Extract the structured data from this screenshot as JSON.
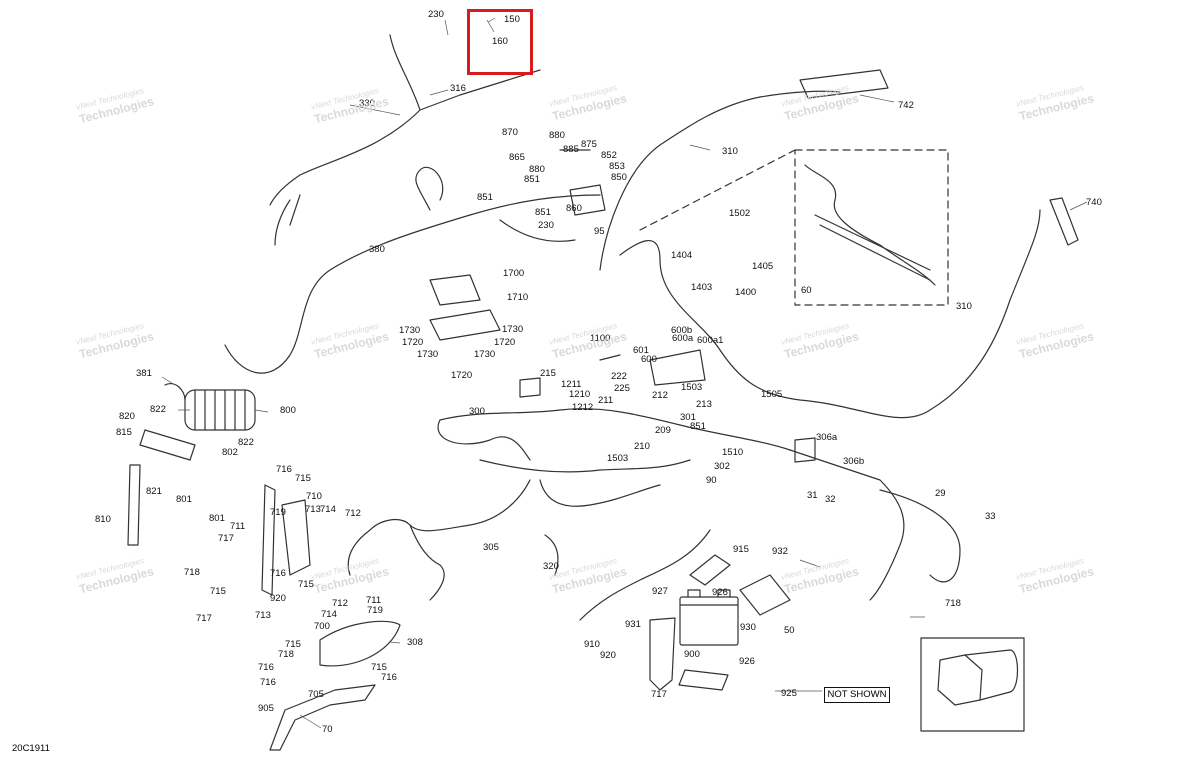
{
  "diagram_code": "20C1911",
  "not_shown_label": "NOT SHOWN",
  "not_shown_part": "925",
  "highlight": {
    "parts": [
      "150",
      "160"
    ],
    "color": "#d81b1b"
  },
  "watermark": {
    "line1": "vNext Technologies",
    "line2": "Technologies"
  },
  "callouts": [
    "230",
    "150",
    "160",
    "316",
    "330",
    "742",
    "870",
    "880",
    "875",
    "865",
    "885",
    "852",
    "853",
    "850",
    "851",
    "310",
    "880",
    "851",
    "851",
    "860",
    "230",
    "95",
    "740",
    "1502",
    "60",
    "380",
    "1404",
    "1405",
    "1403",
    "1400",
    "1700",
    "310",
    "1710",
    "1730",
    "1730",
    "1720",
    "1720",
    "1730",
    "1730",
    "1720",
    "1100",
    "600a",
    "600b",
    "600a1",
    "601",
    "600",
    "222",
    "1503",
    "225",
    "212",
    "215",
    "1211",
    "1210",
    "1212",
    "211",
    "213",
    "301",
    "851",
    "1505",
    "381",
    "822",
    "800",
    "300",
    "820",
    "822",
    "815",
    "209",
    "210",
    "1510",
    "306a",
    "306b",
    "1503",
    "302",
    "90",
    "802",
    "31",
    "32",
    "821",
    "801",
    "716",
    "715",
    "710",
    "719",
    "713",
    "714",
    "712",
    "801",
    "711",
    "810",
    "29",
    "33",
    "305",
    "717",
    "320",
    "915",
    "932",
    "718",
    "715",
    "716",
    "715",
    "920",
    "926",
    "927",
    "931",
    "930",
    "50",
    "718",
    "717",
    "713",
    "714",
    "712",
    "711",
    "719",
    "700",
    "308",
    "910",
    "920",
    "900",
    "926",
    "717",
    "715",
    "718",
    "716",
    "715",
    "716",
    "716",
    "705",
    "905",
    "70"
  ]
}
